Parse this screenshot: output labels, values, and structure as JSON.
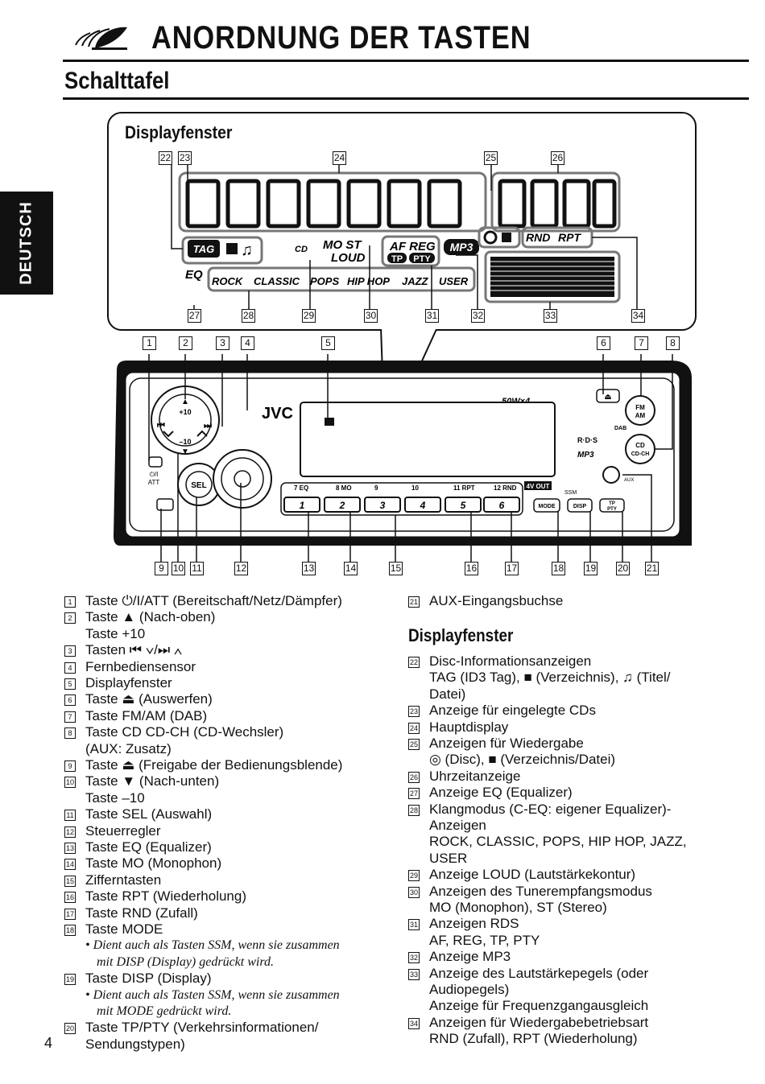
{
  "header": {
    "title": "ANORDNUNG DER TASTEN",
    "subtitle": "Schalttafel",
    "language_tab": "DEUTSCH"
  },
  "display_panel": {
    "label": "Displayfenster",
    "callout_numbers_top": [
      "22",
      "23",
      "24",
      "25",
      "26"
    ],
    "callout_numbers_bottom": [
      "27",
      "28",
      "29",
      "30",
      "31",
      "32",
      "33",
      "34"
    ],
    "indicators": {
      "tag": "TAG",
      "eq": "EQ",
      "cd": "CD",
      "most": "MO ST",
      "loud": "LOUD",
      "af": "AF",
      "reg": "REG",
      "tp": "TP",
      "pty": "PTY",
      "mp3": "MP3",
      "rnd": "RND",
      "rpt": "RPT",
      "modes": [
        "ROCK",
        "CLASSIC",
        "POPS",
        "HIP HOP",
        "JAZZ",
        "USER"
      ]
    }
  },
  "control_panel": {
    "callout_numbers_top": [
      "1",
      "2",
      "3",
      "4",
      "5",
      "6",
      "7",
      "8"
    ],
    "callout_numbers_bottom": [
      "9",
      "10",
      "11",
      "12",
      "13",
      "14",
      "15",
      "16",
      "17",
      "18",
      "19",
      "20",
      "21"
    ],
    "brand": "JVC",
    "power_label": "50W×4",
    "plus10": "+10",
    "minus10": "–10",
    "sel": "SEL",
    "att": "ATT",
    "fm_am": [
      "FM",
      "AM"
    ],
    "dab": "DAB",
    "cd_ch": [
      "CD",
      "CD-CH"
    ],
    "rds": "R·D·S",
    "mp3": "MP3",
    "aux": "AUX",
    "preset_labels": [
      "7  EQ",
      "8  MO",
      "9",
      "10",
      "11  RPT",
      "12  RND"
    ],
    "preset_buttons": [
      "1",
      "2",
      "3",
      "4",
      "5",
      "6"
    ],
    "fourv_out": "4V OUT",
    "ssm": "SSM",
    "mode": "MODE",
    "disp": "DISP",
    "tp_pty": [
      "TP",
      "PTY"
    ]
  },
  "left_list": [
    {
      "n": "1",
      "lines": [
        "Taste ⏻/I/ATT (Bereitschaft/Netz/Dämpfer)"
      ]
    },
    {
      "n": "2",
      "lines": [
        "Taste ▲ (Nach-oben)",
        "Taste +10"
      ]
    },
    {
      "n": "3",
      "lines": [
        "Tasten ⏮ ∨/⏭ ∧"
      ]
    },
    {
      "n": "4",
      "lines": [
        "Fernbediensensor"
      ]
    },
    {
      "n": "5",
      "lines": [
        "Displayfenster"
      ]
    },
    {
      "n": "6",
      "lines": [
        "Taste ⏏ (Auswerfen)"
      ]
    },
    {
      "n": "7",
      "lines": [
        "Taste FM/AM (DAB)"
      ]
    },
    {
      "n": "8",
      "lines": [
        "Taste CD CD-CH (CD-Wechsler)",
        "(AUX: Zusatz)"
      ]
    },
    {
      "n": "9",
      "lines": [
        "Taste ⏏ (Freigabe der Bedienungsblende)"
      ]
    },
    {
      "n": "10",
      "lines": [
        "Taste ▼ (Nach-unten)",
        "Taste –10"
      ]
    },
    {
      "n": "11",
      "lines": [
        "Taste SEL (Auswahl)"
      ]
    },
    {
      "n": "12",
      "lines": [
        "Steuerregler"
      ]
    },
    {
      "n": "13",
      "lines": [
        "Taste EQ (Equalizer)"
      ]
    },
    {
      "n": "14",
      "lines": [
        "Taste MO (Monophon)"
      ]
    },
    {
      "n": "15",
      "lines": [
        "Zifferntasten"
      ]
    },
    {
      "n": "16",
      "lines": [
        "Taste RPT (Wiederholung)"
      ]
    },
    {
      "n": "17",
      "lines": [
        "Taste RND (Zufall)"
      ]
    },
    {
      "n": "18",
      "lines": [
        "Taste MODE"
      ]
    },
    {
      "n": "18n",
      "note": [
        "• Dient auch als Tasten SSM, wenn sie zusammen",
        "mit DISP (Display) gedrückt wird."
      ]
    },
    {
      "n": "19",
      "lines": [
        "Taste DISP (Display)"
      ]
    },
    {
      "n": "19n",
      "note": [
        "• Dient auch als Tasten SSM, wenn sie zusammen",
        "mit MODE gedrückt wird."
      ]
    },
    {
      "n": "20",
      "lines": [
        "Taste TP/PTY (Verkehrsinformationen/",
        "Sendungstypen)"
      ]
    }
  ],
  "right_list_top": [
    {
      "n": "21",
      "lines": [
        "AUX-Eingangsbuchse"
      ]
    }
  ],
  "right_section_title": "Displayfenster",
  "right_list": [
    {
      "n": "22",
      "lines": [
        "Disc-Informationsanzeigen",
        "TAG (ID3 Tag), ■ (Verzeichnis), ♫ (Titel/",
        "Datei)"
      ]
    },
    {
      "n": "23",
      "lines": [
        "Anzeige für eingelegte CDs"
      ]
    },
    {
      "n": "24",
      "lines": [
        "Hauptdisplay"
      ]
    },
    {
      "n": "25",
      "lines": [
        "Anzeigen für Wiedergabe",
        "  ◎ (Disc), ■ (Verzeichnis/Datei)"
      ]
    },
    {
      "n": "26",
      "lines": [
        "Uhrzeitanzeige"
      ]
    },
    {
      "n": "27",
      "lines": [
        "Anzeige EQ (Equalizer)"
      ]
    },
    {
      "n": "28",
      "lines": [
        "Klangmodus (C-EQ: eigener Equalizer)-",
        "Anzeigen",
        "ROCK, CLASSIC, POPS, HIP HOP, JAZZ,",
        "USER"
      ]
    },
    {
      "n": "29",
      "lines": [
        "Anzeige LOUD (Lautstärkekontur)"
      ]
    },
    {
      "n": "30",
      "lines": [
        "Anzeigen des Tunerempfangsmodus",
        "MO (Monophon), ST (Stereo)"
      ]
    },
    {
      "n": "31",
      "lines": [
        "Anzeigen RDS",
        "AF, REG, TP, PTY"
      ]
    },
    {
      "n": "32",
      "lines": [
        "Anzeige MP3"
      ]
    },
    {
      "n": "33",
      "lines": [
        "Anzeige des Lautstärkepegels (oder",
        "Audiopegels)",
        "Anzeige für Frequenzgangausgleich"
      ]
    },
    {
      "n": "34",
      "lines": [
        "Anzeigen für Wiedergabebetriebsart",
        "RND (Zufall), RPT (Wiederholung)"
      ]
    }
  ],
  "page_number": "4"
}
